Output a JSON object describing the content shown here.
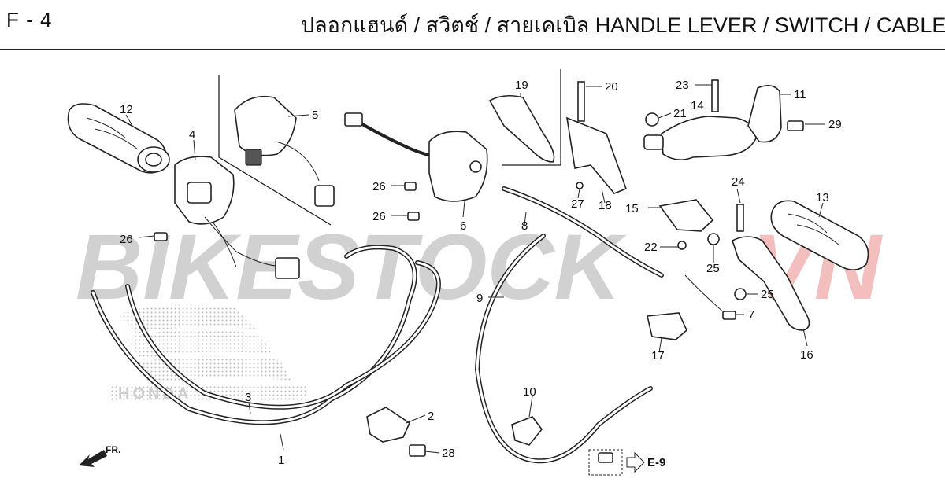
{
  "header": {
    "page_code": "F - 4",
    "title": "ปลอกแฮนด์ / สวิตช์ / สายเคเบิล  HANDLE LEVER / SWITCH / CABLE"
  },
  "watermark": {
    "part1": "BIKESTOCK",
    "part2": "VN",
    "color_main": "#c9c9c9",
    "color_accent": "#f2b3b3"
  },
  "logo_text": "HONDA",
  "direction_label": "FR.",
  "reference_label": "E-9",
  "callouts": {
    "c1": "1",
    "c2": "2",
    "c3": "3",
    "c4": "4",
    "c5": "5",
    "c6": "6",
    "c7": "7",
    "c8": "8",
    "c9": "9",
    "c10": "10",
    "c11": "11",
    "c12": "12",
    "c13": "13",
    "c14": "14",
    "c15": "15",
    "c16": "16",
    "c17": "17",
    "c18": "18",
    "c19": "19",
    "c20": "20",
    "c21": "21",
    "c22": "22",
    "c23": "23",
    "c24": "24",
    "c25a": "25",
    "c25b": "25",
    "c26a": "26",
    "c26b": "26",
    "c26c": "26",
    "c27": "27",
    "c28": "28",
    "c29": "29"
  }
}
